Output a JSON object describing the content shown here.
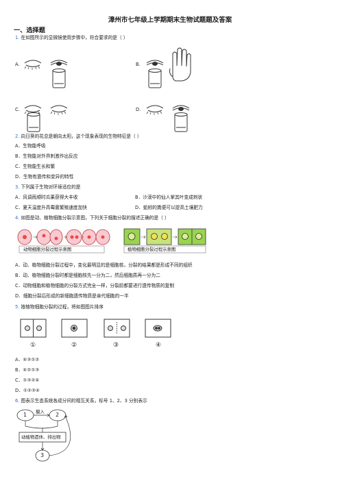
{
  "title": "漳州市七年级上学期期末生物试题题及答案",
  "section": "一、选择题",
  "q1": {
    "num": "1.",
    "text": "在如图所示的显微镜使用步骤中，符合要求的是（    ）",
    "options": [
      "A.",
      "B.",
      "C.",
      "D."
    ]
  },
  "q2": {
    "num": "2.",
    "text": "向日葵的花总是朝向太阳，这个现象表现的生物特征是（    ）",
    "options": [
      "A．生物能呼吸",
      "B．生物能对外界刺激作出反应",
      "C．生物能生长和繁",
      "D．生物有遗传和变异的特性"
    ]
  },
  "q3": {
    "num": "3.",
    "text": "下列属于生物对环境适应的是",
    "options": [
      "A．风调雨顺时瓜果获得大丰收",
      "B．沙漠中的仙人掌其叶变成刺状",
      "C．夏天温度升高霉菌繁殖速度加快",
      "D．蚯蚓的粪便可以提高土壤肥力"
    ]
  },
  "q4": {
    "num": "4.",
    "text": "如图是动、植物细胞分裂示意图，下列关于细胞分裂的描述正确的是（    ）",
    "fig_labels": [
      "动物细胞分裂过程示意图",
      "植物细胞分裂过程示意图"
    ],
    "options": [
      "A．动、植物细胞分裂过程中，变化最明显的是细胞核，分裂的结果都是形成不同的组织",
      "B．动、植物细胞分裂时都是细胞核先一分为二，然后细胞质再一分为二",
      "C．动物细胞和植物细胞的分裂方式完全一样，分裂前都要进行遗传物质的复制",
      "D．细胞分裂后形成的新细胞遗传物质是亲代细胞的一半"
    ]
  },
  "q5": {
    "num": "5.",
    "text": "按植物细胞分裂的过程，将如图图片排序",
    "fig_labels": [
      "①",
      "②",
      "③",
      "④"
    ],
    "options": [
      "A．④③①②",
      "B．④②①③",
      "C．①③②④",
      "D．①②③④"
    ]
  },
  "q6": {
    "num": "6.",
    "text": "图表示生态系统各成分间的相互关系，标号 1、2、3 分别表示",
    "fig_labels": [
      "1",
      "2",
      "3",
      "摄入",
      "动植物遗体、排出物"
    ]
  }
}
